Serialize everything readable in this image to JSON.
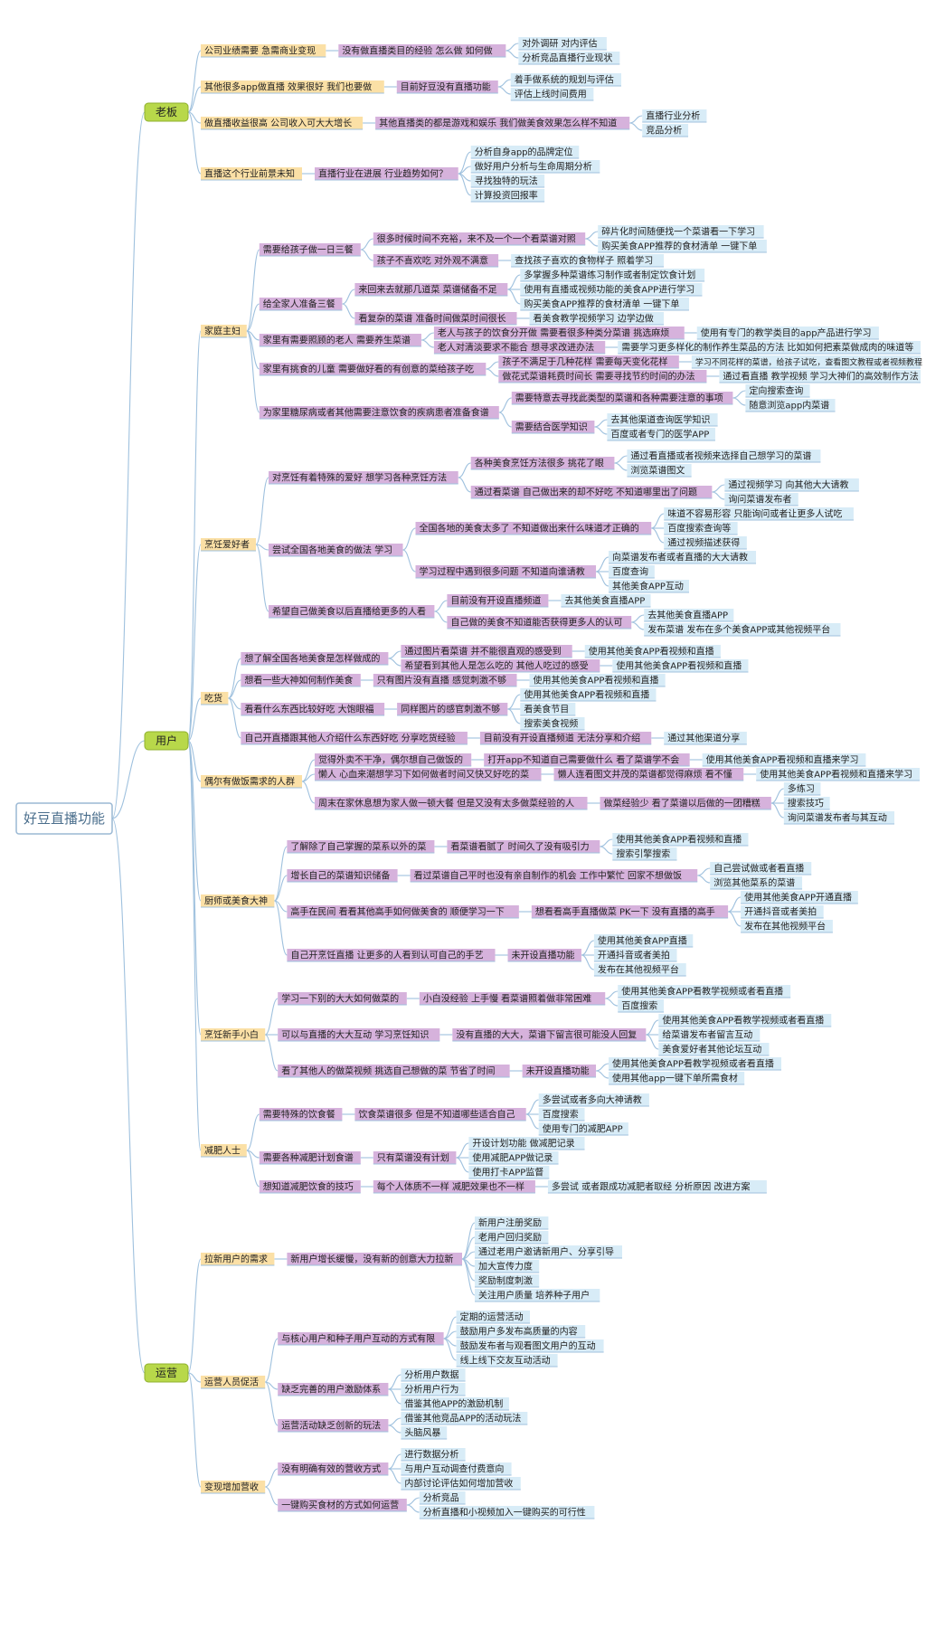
{
  "root": "好豆直播功能",
  "branches": [
    {
      "label": "老板",
      "children": [
        {
          "label": "公司业绩需要 急需商业变现",
          "children": [
            {
              "label": "没有做直播类目的经验 怎么做 如何做",
              "children": [
                {
                  "label": "对外调研 对内评估"
                },
                {
                  "label": "分析竞品直播行业现状"
                }
              ]
            }
          ]
        },
        {
          "label": "其他很多app做直播 效果很好 我们也要做",
          "children": [
            {
              "label": "目前好豆没有直播功能",
              "children": [
                {
                  "label": "着手做系统的规划与评估"
                },
                {
                  "label": "评估上线时间费用"
                }
              ]
            }
          ]
        },
        {
          "label": "做直播收益很高 公司收入可大大增长",
          "children": [
            {
              "label": "其他直播类的都是游戏和娱乐 我们做美食效果怎么样不知道",
              "children": [
                {
                  "label": "直播行业分析"
                },
                {
                  "label": "竞品分析"
                }
              ]
            }
          ]
        },
        {
          "label": "直播这个行业前景未知",
          "children": [
            {
              "label": "直播行业在进展 行业趋势如何？",
              "children": [
                {
                  "label": "分析自身app的品牌定位"
                },
                {
                  "label": "做好用户分析与生命周期分析"
                },
                {
                  "label": "寻找独特的玩法"
                },
                {
                  "label": "计算投资回报率"
                }
              ]
            }
          ]
        }
      ]
    },
    {
      "label": "用户",
      "children": [
        {
          "label": "家庭主妇",
          "children": [
            {
              "label": "需要给孩子做一日三餐",
              "children": [
                {
                  "label": "很多时候时间不充裕，来不及一个一个看菜谱对照",
                  "children": [
                    {
                      "label": "碎片化时间随便找一个菜谱看一下学习"
                    },
                    {
                      "label": "购买美食APP推荐的食材清单 一键下单"
                    }
                  ]
                },
                {
                  "label": "孩子不喜欢吃 对外观不满意",
                  "children": [
                    {
                      "label": "查找孩子喜欢的食物样子 照着学习"
                    }
                  ]
                }
              ]
            },
            {
              "label": "给全家人准备三餐",
              "children": [
                {
                  "label": "来回来去就那几道菜 菜谱储备不足",
                  "children": [
                    {
                      "label": "多掌握多种菜谱练习制作或者制定饮食计划"
                    },
                    {
                      "label": "使用有直播或视频功能的美食APP进行学习"
                    },
                    {
                      "label": "购买美食APP推荐的食材清单 一键下单"
                    }
                  ]
                },
                {
                  "label": "看复杂的菜谱 准备时间做菜时间很长",
                  "children": [
                    {
                      "label": "看美食教学视频学习 边学边做"
                    }
                  ]
                }
              ]
            },
            {
              "label": "家里有需要照顾的老人 需要养生菜谱",
              "children": [
                {
                  "label": "老人与孩子的饮食分开做 需要看很多种类分菜谱 挑选麻烦",
                  "children": [
                    {
                      "label": "使用有专门的教学类目的app产品进行学习"
                    }
                  ]
                },
                {
                  "label": "老人对清淡要求不能合 想寻求改进办法",
                  "children": [
                    {
                      "label": "需要学习更多样化的制作养生菜品的方法 比如如何把素菜做成肉的味道等"
                    }
                  ]
                }
              ]
            },
            {
              "label": "家里有挑食的儿童 需要做好看的有创意的菜给孩子吃",
              "children": [
                {
                  "label": "孩子不满足于几种花样 需要每天变化花样",
                  "children": [
                    {
                      "label": "学习不同花样的菜谱，给孩子试吃，查看图文教程或者视频教程"
                    }
                  ]
                },
                {
                  "label": "做花式菜谱耗费时间长 需要寻找节约时间的办法",
                  "children": [
                    {
                      "label": "通过看直播 教学视频 学习大神们的高效制作方法"
                    }
                  ]
                }
              ]
            },
            {
              "label": "为家里糖尿病或者其他需要注意饮食的疾病患者准备食谱",
              "children": [
                {
                  "label": "需要特意去寻找此类型的菜谱和各种需要注意的事项",
                  "children": [
                    {
                      "label": "定向搜索查询"
                    },
                    {
                      "label": "随意浏览app内菜谱"
                    }
                  ]
                },
                {
                  "label": "需要结合医学知识",
                  "children": [
                    {
                      "label": "去其他渠道查询医学知识"
                    },
                    {
                      "label": "百度或者专门的医学APP"
                    }
                  ]
                }
              ]
            }
          ]
        },
        {
          "label": "烹饪爱好者",
          "children": [
            {
              "label": "对烹饪有着特殊的爱好 想学习各种烹饪方法",
              "children": [
                {
                  "label": "各种美食烹饪方法很多 挑花了眼",
                  "children": [
                    {
                      "label": "通过看直播或者视频来选择自己想学习的菜谱"
                    },
                    {
                      "label": "浏览菜谱图文"
                    }
                  ]
                },
                {
                  "label": "通过看菜谱 自己做出来的却不好吃 不知道哪里出了问题",
                  "children": [
                    {
                      "label": "通过视频学习 向其他大大请教"
                    },
                    {
                      "label": "询问菜谱发布者"
                    }
                  ]
                }
              ]
            },
            {
              "label": "尝试全国各地美食的做法 学习",
              "children": [
                {
                  "label": "全国各地的美食太多了 不知道做出来什么味道才正确的",
                  "children": [
                    {
                      "label": "味道不容易形容 只能询问或者让更多人试吃"
                    },
                    {
                      "label": "百度搜索查询等"
                    },
                    {
                      "label": "通过视频描述获得"
                    }
                  ]
                },
                {
                  "label": "学习过程中遇到很多问题 不知道向谁请教",
                  "children": [
                    {
                      "label": "向菜谱发布者或者直播的大大请教"
                    },
                    {
                      "label": "百度查询"
                    },
                    {
                      "label": "其他美食APP互动"
                    }
                  ]
                }
              ]
            },
            {
              "label": "希望自己做美食以后直播给更多的人看",
              "children": [
                {
                  "label": "目前没有开设直播频道",
                  "children": [
                    {
                      "label": "去其他美食直播APP"
                    }
                  ]
                },
                {
                  "label": "自己做的美食不知道能否获得更多人的认可",
                  "children": [
                    {
                      "label": "去其他美食直播APP"
                    },
                    {
                      "label": "发布菜谱 发布在多个美食APP或其他视频平台"
                    }
                  ]
                }
              ]
            }
          ]
        },
        {
          "label": "吃货",
          "children": [
            {
              "label": "想了解全国各地美食是怎样做成的",
              "children": [
                {
                  "label": "通过图片看菜谱 并不能很直观的感受到",
                  "children": [
                    {
                      "label": "使用其他美食APP看视频和直播"
                    }
                  ]
                },
                {
                  "label": "希望看到其他人是怎么吃的 其他人吃过的感受",
                  "children": [
                    {
                      "label": "使用其他美食APP看视频和直播"
                    }
                  ]
                }
              ]
            },
            {
              "label": "想看一些大神如何制作美食",
              "children": [
                {
                  "label": "只有图片没有直播 感觉刺激不够",
                  "children": [
                    {
                      "label": "使用其他美食APP看视频和直播"
                    }
                  ]
                }
              ]
            },
            {
              "label": "看看什么东西比较好吃 大饱眼福",
              "children": [
                {
                  "label": "同样图片的感官刺激不够",
                  "children": [
                    {
                      "label": "使用其他美食APP看视频和直播"
                    },
                    {
                      "label": "看美食节目"
                    },
                    {
                      "label": "搜索美食视频"
                    }
                  ]
                }
              ]
            },
            {
              "label": "自己开直播跟其他人介绍什么东西好吃 分享吃货经验",
              "children": [
                {
                  "label": "目前没有开设直播频道 无法分享和介绍",
                  "children": [
                    {
                      "label": "通过其他渠道分享"
                    }
                  ]
                }
              ]
            }
          ]
        },
        {
          "label": "偶尔有做饭需求的人群",
          "children": [
            {
              "label": "觉得外卖不干净，偶尔想自己做饭的",
              "children": [
                {
                  "label": "打开app不知道自己需要做什么 看了菜谱学不会",
                  "children": [
                    {
                      "label": "使用其他美食APP看视频和直播来学习"
                    }
                  ]
                }
              ]
            },
            {
              "label": "懒人 心血来潮想学习下如何做者时间又快又好吃的菜",
              "children": [
                {
                  "label": "懒人连看图文并茂的菜谱都觉得麻烦 看不懂",
                  "children": [
                    {
                      "label": "使用其他美食APP看视频和直播来学习"
                    }
                  ]
                }
              ]
            },
            {
              "label": "周末在家休息想为家人做一顿大餐 但是又没有太多做菜经验的人",
              "children": [
                {
                  "label": "做菜经验少 看了菜谱以后做的一团糟糕",
                  "children": [
                    {
                      "label": "多练习"
                    },
                    {
                      "label": "搜索技巧"
                    },
                    {
                      "label": "询问菜谱发布者与其互动"
                    }
                  ]
                }
              ]
            }
          ]
        },
        {
          "label": "厨师或美食大神",
          "children": [
            {
              "label": "了解除了自己掌握的菜系以外的菜",
              "children": [
                {
                  "label": "看菜谱看腻了 时间久了没有吸引力",
                  "children": [
                    {
                      "label": "使用其他美食APP看视频和直播"
                    },
                    {
                      "label": "搜索引擎搜索"
                    }
                  ]
                }
              ]
            },
            {
              "label": "增长自己的菜谱知识储备",
              "children": [
                {
                  "label": "看过菜谱自己平时也没有亲自制作的机会 工作中繁忙 回家不想做饭",
                  "children": [
                    {
                      "label": "自己尝试做或者看直播"
                    },
                    {
                      "label": "浏览其他菜系的菜谱"
                    }
                  ]
                }
              ]
            },
            {
              "label": "高手在民间 看看其他高手如何做美食的 顺便学习一下",
              "children": [
                {
                  "label": "想看看高手直播做菜 PK一下 没有直播的高手",
                  "children": [
                    {
                      "label": "使用其他美食APP开通直播"
                    },
                    {
                      "label": "开通抖音或者美拍"
                    },
                    {
                      "label": "发布在其他视频平台"
                    }
                  ]
                }
              ]
            },
            {
              "label": "自己开烹饪直播 让更多的人看到认可自己的手艺",
              "children": [
                {
                  "label": "未开设直播功能",
                  "children": [
                    {
                      "label": "使用其他美食APP直播"
                    },
                    {
                      "label": "开通抖音或者美拍"
                    },
                    {
                      "label": "发布在其他视频平台"
                    }
                  ]
                }
              ]
            }
          ]
        },
        {
          "label": "烹饪新手小白",
          "children": [
            {
              "label": "学习一下别的大大如何做菜的",
              "children": [
                {
                  "label": "小白没经验 上手慢 看菜谱照着做非常困难",
                  "children": [
                    {
                      "label": "使用其他美食APP看教学视频或者看直播"
                    },
                    {
                      "label": "百度搜索"
                    }
                  ]
                }
              ]
            },
            {
              "label": "可以与直播的大大互动 学习烹饪知识",
              "children": [
                {
                  "label": "没有直播的大大，菜谱下留言很可能没人回复",
                  "children": [
                    {
                      "label": "使用其他美食APP看教学视频或者看直播"
                    },
                    {
                      "label": "给菜谱发布者留言互动"
                    },
                    {
                      "label": "美食爱好者其他论坛互动"
                    }
                  ]
                }
              ]
            },
            {
              "label": "看了其他人的做菜视频 挑选自己想做的菜 节省了时间",
              "children": [
                {
                  "label": "未开设直播功能",
                  "children": [
                    {
                      "label": "使用其他美食APP看教学视频或者看直播"
                    },
                    {
                      "label": "使用其他app一键下单所需食材"
                    }
                  ]
                }
              ]
            }
          ]
        },
        {
          "label": "减肥人士",
          "children": [
            {
              "label": "需要特殊的饮食餐",
              "children": [
                {
                  "label": "饮食菜谱很多 但是不知道哪些适合自己",
                  "children": [
                    {
                      "label": "多尝试或者多向大神请教"
                    },
                    {
                      "label": "百度搜索"
                    },
                    {
                      "label": "使用专门的减肥APP"
                    }
                  ]
                }
              ]
            },
            {
              "label": "需要各种减肥计划食谱",
              "children": [
                {
                  "label": "只有菜谱没有计划",
                  "children": [
                    {
                      "label": "开设计划功能 做减肥记录"
                    },
                    {
                      "label": "使用减肥APP做记录"
                    },
                    {
                      "label": "使用打卡APP监督"
                    }
                  ]
                }
              ]
            },
            {
              "label": "想知道减肥饮食的技巧",
              "children": [
                {
                  "label": "每个人体质不一样 减肥效果也不一样",
                  "children": [
                    {
                      "label": "多尝试 或者跟成功减肥者取经 分析原因 改进方案"
                    }
                  ]
                }
              ]
            }
          ]
        }
      ]
    },
    {
      "label": "运营",
      "children": [
        {
          "label": "拉新用户的需求",
          "children": [
            {
              "label": "新用户增长缓慢，没有新的创意大力拉新",
              "children": [
                {
                  "label": "新用户注册奖励"
                },
                {
                  "label": "老用户回归奖励"
                },
                {
                  "label": "通过老用户邀请新用户、分享引导"
                },
                {
                  "label": "加大宣传力度"
                },
                {
                  "label": "奖励制度刺激"
                },
                {
                  "label": "关注用户质量 培养种子用户"
                }
              ]
            }
          ]
        },
        {
          "label": "运营人员促活",
          "children": [
            {
              "label": "与核心用户和种子用户互动的方式有限",
              "children": [
                {
                  "label": "定期的运营活动"
                },
                {
                  "label": "鼓励用户多发布高质量的内容"
                },
                {
                  "label": "鼓励发布者与观看图文用户的互动"
                },
                {
                  "label": "线上线下交友互动活动"
                }
              ]
            },
            {
              "label": "缺乏完善的用户激励体系",
              "children": [
                {
                  "label": "分析用户数据"
                },
                {
                  "label": "分析用户行为"
                },
                {
                  "label": "借鉴其他APP的激励机制"
                }
              ]
            },
            {
              "label": "运营活动缺乏创新的玩法",
              "children": [
                {
                  "label": "借鉴其他竞品APP的活动玩法"
                },
                {
                  "label": "头脑风暴"
                }
              ]
            }
          ]
        },
        {
          "label": "变现增加营收",
          "children": [
            {
              "label": "没有明确有效的营收方式",
              "children": [
                {
                  "label": "进行数据分析"
                },
                {
                  "label": "与用户互动调查付费意向"
                },
                {
                  "label": "内部讨论评估如何增加营收"
                }
              ]
            },
            {
              "label": "一键购买食材的方式如何运营",
              "children": [
                {
                  "label": "分析竞品"
                },
                {
                  "label": "分析直播和小视频加入一键购买的可行性"
                }
              ]
            }
          ]
        }
      ]
    }
  ]
}
